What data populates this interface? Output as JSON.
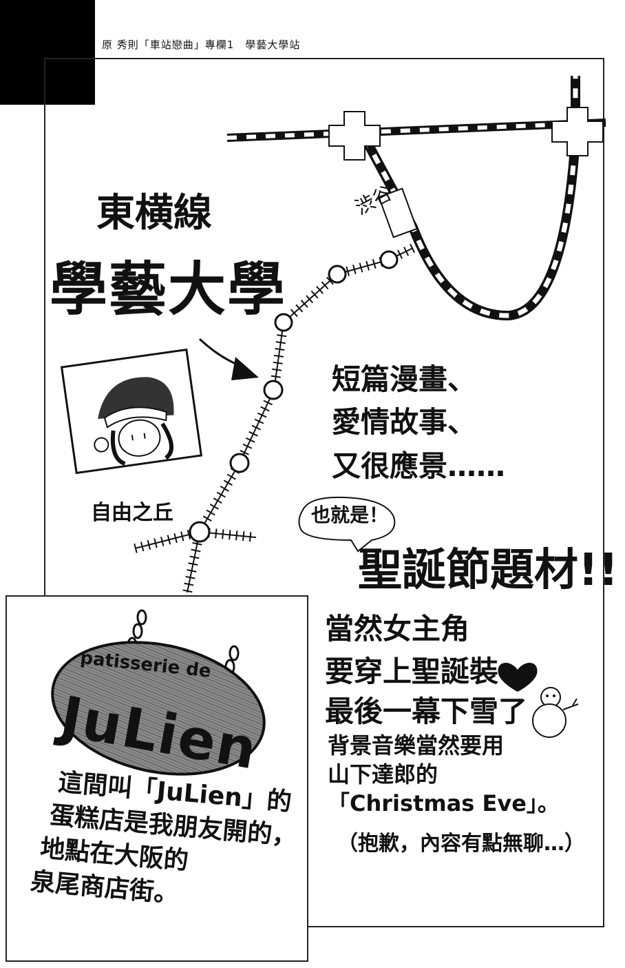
{
  "header": {
    "text": "原 秀則「車站戀曲」專欄1　學藝大學站"
  },
  "map": {
    "line_name": "東横線",
    "station_title": "學藝大學",
    "station_shibuya": "渋谷",
    "station_jiyugaoka": "自由之丘"
  },
  "description": {
    "lines": [
      "短篇漫畫、",
      "愛情故事、",
      "又很應景……"
    ]
  },
  "bubble": {
    "text": "也就是！"
  },
  "xmas": {
    "title": "聖誕節題材!!",
    "lines": [
      "當然女主角",
      "要穿上聖誕裝",
      "最後一幕下雪了",
      "背景音樂當然要用",
      "山下達郎的",
      "「Christmas Eve」。"
    ],
    "apology": "（抱歉，內容有點無聊…）"
  },
  "shop_sign": {
    "top_text": "patisserie de",
    "name": "JuLien"
  },
  "shop_note": {
    "lines": [
      "這間叫「JuLien」的",
      "蛋糕店是我朋友開的，",
      "地點在大阪的",
      "泉尾商店街。"
    ]
  },
  "colors": {
    "ink": "#111111",
    "paper": "#ffffff",
    "sign_fill": "#8a8a8a"
  }
}
